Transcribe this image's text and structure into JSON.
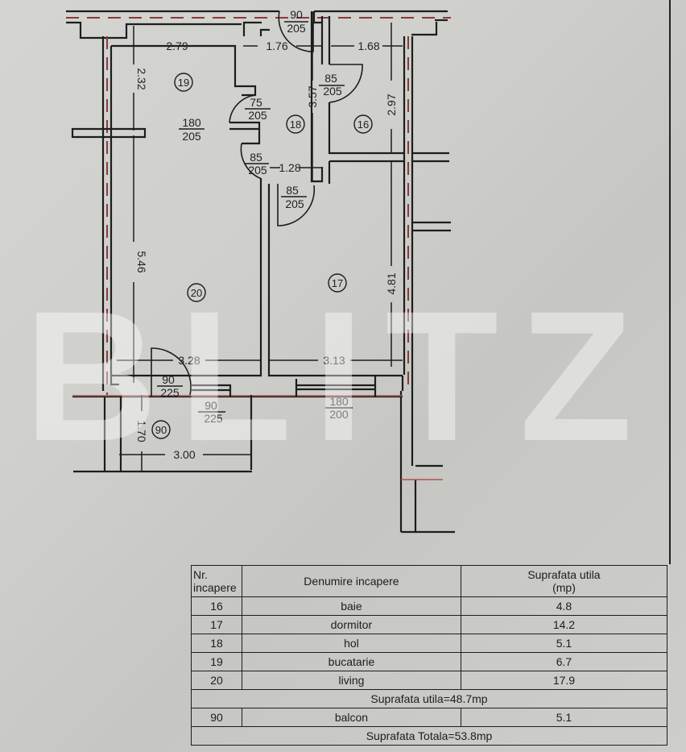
{
  "plan": {
    "rooms": [
      {
        "id": "16",
        "label": "16"
      },
      {
        "id": "17",
        "label": "17"
      },
      {
        "id": "18",
        "label": "18"
      },
      {
        "id": "19",
        "label": "19"
      },
      {
        "id": "20",
        "label": "20"
      },
      {
        "id": "90",
        "label": "90"
      }
    ],
    "dimensions": {
      "d_279": "2.79",
      "d_176": "1.76",
      "d_168": "1.68",
      "d_232": "2.32",
      "d_357": "3.57",
      "d_297": "2.97",
      "d_128": "1.28",
      "d_546": "5.46",
      "d_481": "4.81",
      "d_328": "3.28",
      "d_313": "3.13",
      "d_170": "1.70",
      "d_300": "3.00"
    },
    "openings": [
      {
        "id": "door-top-entry",
        "w": "90",
        "h": "205"
      },
      {
        "id": "door-bath",
        "w": "85",
        "h": "205"
      },
      {
        "id": "door-kitchen",
        "w": "75",
        "h": "205"
      },
      {
        "id": "opening-kitchen",
        "w": "180",
        "h": "205"
      },
      {
        "id": "door-living-hall",
        "w": "85",
        "h": "205"
      },
      {
        "id": "door-bedroom",
        "w": "85",
        "h": "205"
      },
      {
        "id": "door-balcony",
        "w": "90",
        "h": "225"
      },
      {
        "id": "window-living",
        "w": "90",
        "h": "225"
      },
      {
        "id": "window-bedroom",
        "w": "180",
        "h": "200"
      }
    ]
  },
  "watermark": "BLITZ",
  "table": {
    "headers": {
      "nr_line1": "Nr.",
      "nr_line2": "incapere",
      "name": "Denumire incapere",
      "area_line1": "Suprafata utila",
      "area_line2": "(mp)"
    },
    "rows": [
      {
        "nr": "16",
        "name": "baie",
        "area": "4.8"
      },
      {
        "nr": "17",
        "name": "dormitor",
        "area": "14.2"
      },
      {
        "nr": "18",
        "name": "hol",
        "area": "5.1"
      },
      {
        "nr": "19",
        "name": "bucatarie",
        "area": "6.7"
      },
      {
        "nr": "20",
        "name": "living",
        "area": "17.9"
      }
    ],
    "subtotal": "Suprafata utila=48.7mp",
    "balcony": {
      "nr": "90",
      "name": "balcon",
      "area": "5.1"
    },
    "total": "Suprafata Totala=53.8mp"
  }
}
